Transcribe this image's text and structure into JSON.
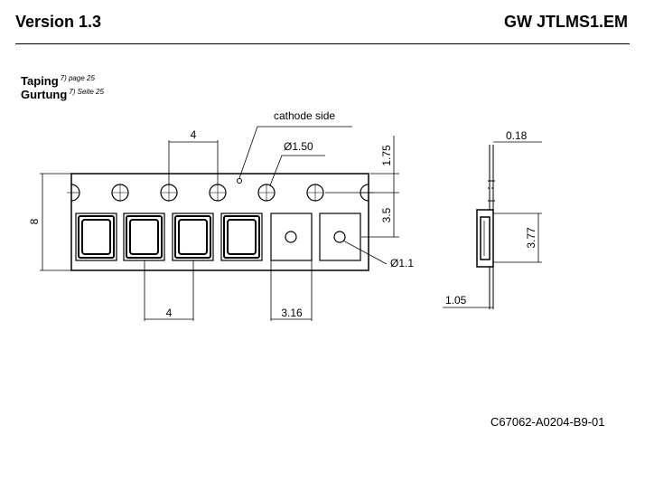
{
  "header": {
    "version": "Version 1.3",
    "product": "GW JTLMS1.EM"
  },
  "section": {
    "title_en": "Taping",
    "ref_en": "7) page 25",
    "title_de": "Gurtung",
    "ref_de": "7) Seite 25"
  },
  "drawing": {
    "labels": {
      "cathode_side": "cathode side",
      "sprocket_pitch": "4",
      "sprocket_hole_dia": "Ø1.50",
      "edge_to_hole": "1.75",
      "hole_to_pocket": "3.5",
      "tape_width": "8",
      "pocket_hole_dia": "Ø1.1",
      "pocket_pitch": "4",
      "pocket_width": "3.16",
      "tape_thickness": "0.18",
      "component_height": "1.05",
      "pocket_length": "3.77"
    },
    "filled_pockets": 4,
    "empty_pockets": 2
  },
  "document_id": "C67062-A0204-B9-01"
}
